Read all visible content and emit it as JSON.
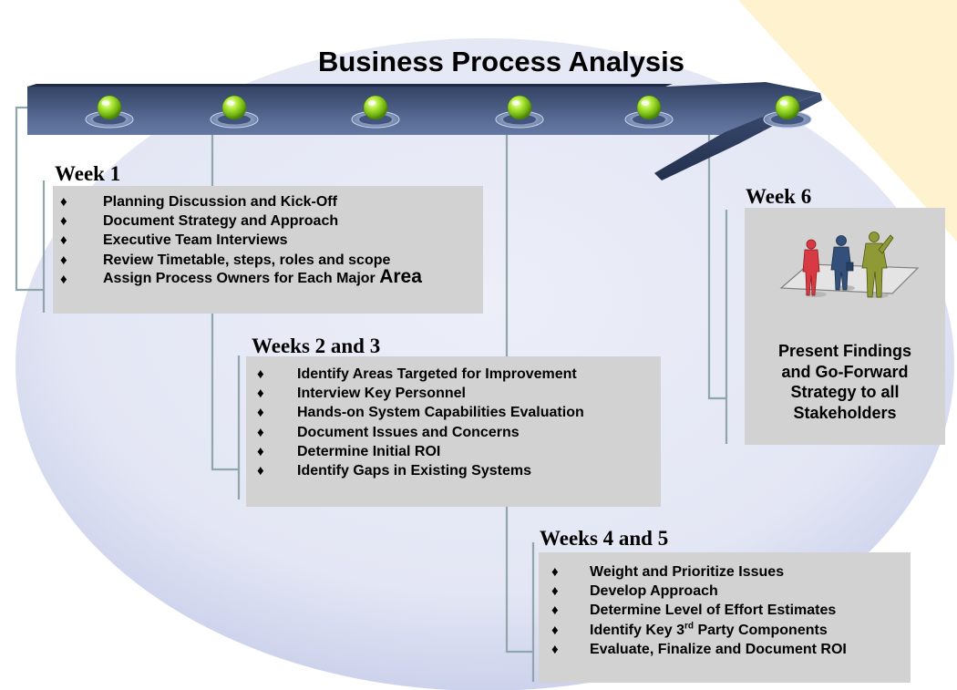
{
  "title": "Business Process Analysis",
  "colors": {
    "ellipse_light": "#e6e8f5",
    "ellipse_mid": "#cfd3ec",
    "arrow_dark": "#3b4c70",
    "arrow_light": "#a3b3d4",
    "bead_green": "#99dd22",
    "box_gray": "#d2d2d2",
    "connector": "#8fa7aa",
    "accent_triangle": "#fff3cf"
  },
  "timeline": {
    "markers": 6,
    "marker_icon": "green-bead-icon"
  },
  "week1": {
    "label": "Week 1",
    "items": [
      "Planning Discussion and Kick-Off",
      "Document Strategy and Approach",
      "Executive Team Interviews",
      "Review Timetable, steps, roles and scope",
      "Assign Process Owners for Each Major"
    ],
    "last_item_emphasis": "Area"
  },
  "weeks23": {
    "label": "Weeks 2 and 3",
    "items": [
      "Identify Areas Targeted for Improvement",
      "Interview Key Personnel",
      "Hands-on System Capabilities Evaluation",
      "Document Issues and Concerns",
      "Determine Initial ROI",
      "Identify Gaps in Existing Systems"
    ]
  },
  "weeks45": {
    "label": "Weeks 4 and 5",
    "items": [
      "Weight and Prioritize Issues",
      "Develop Approach",
      "Determine Level of Effort Estimates",
      "Identify Key 3",
      "Evaluate, Finalize and Document ROI"
    ],
    "item4_superscript": "rd",
    "item4_suffix": " Party Components"
  },
  "week6": {
    "label": "Week 6",
    "text_lines": [
      "Present Findings",
      "and Go-Forward",
      "Strategy to all",
      "Stakeholders"
    ],
    "figure_icon": "stakeholders-figures-icon"
  },
  "bullet_glyph": "♦"
}
